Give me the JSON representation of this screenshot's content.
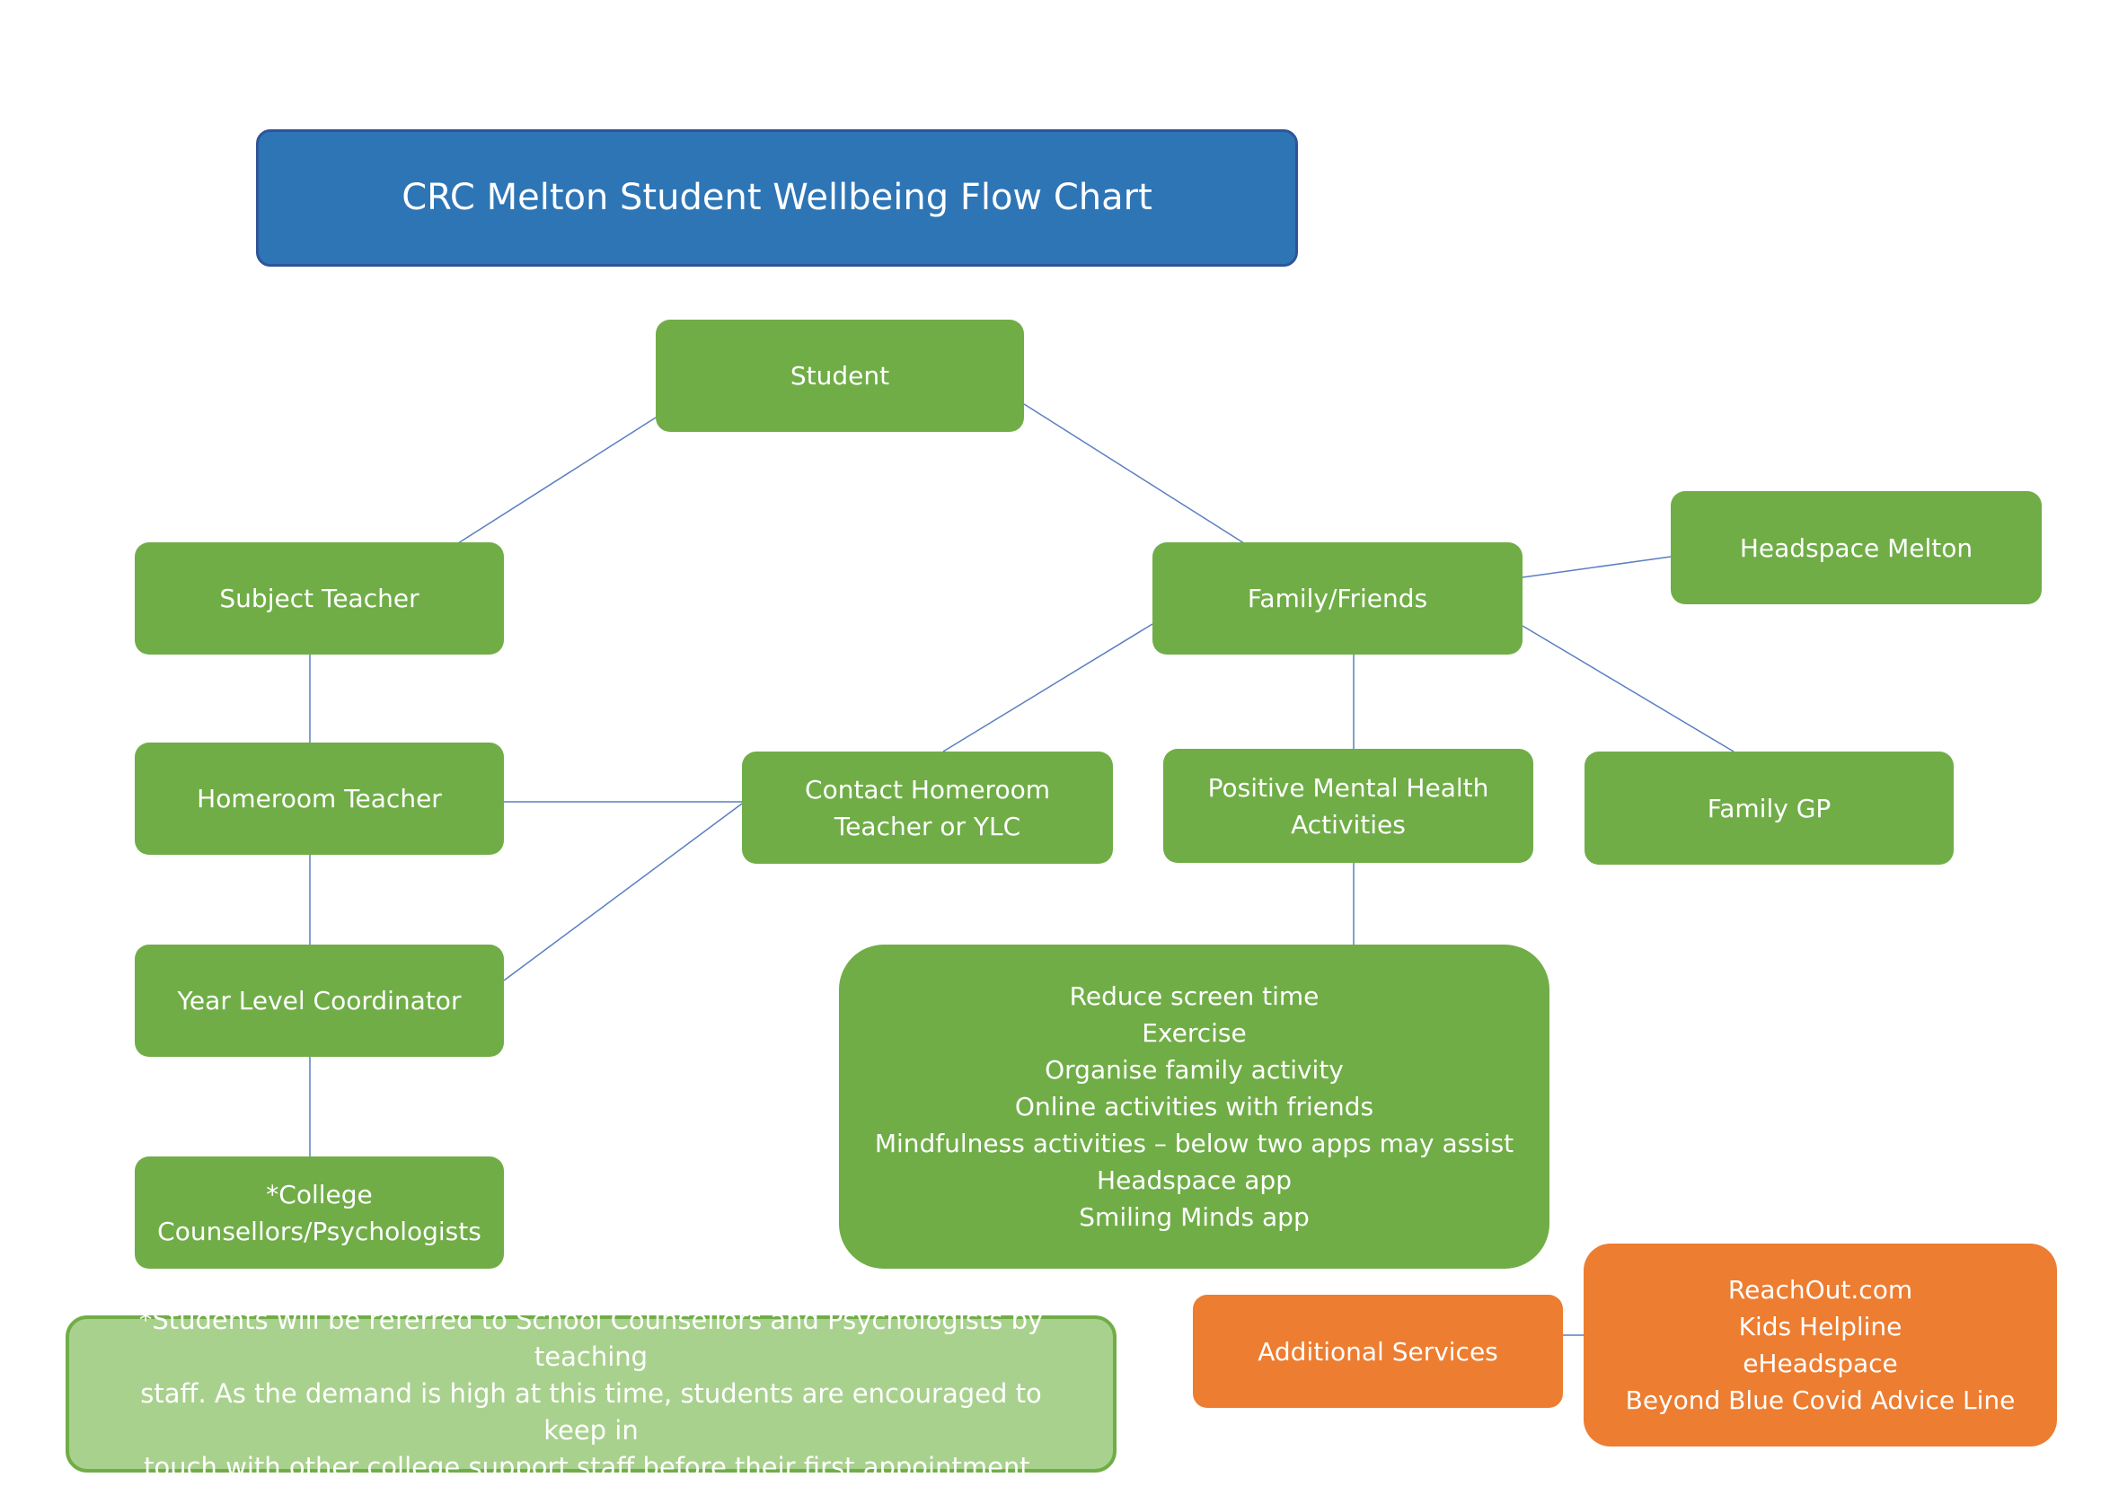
{
  "title": "CRC Melton Student Wellbeing Flow Chart",
  "nodes": {
    "student": "Student",
    "subject_teacher": "Subject Teacher",
    "family_friends": "Family/Friends",
    "headspace_melton": "Headspace Melton",
    "homeroom_teacher": "Homeroom Teacher",
    "contact_homeroom": [
      "Contact Homeroom",
      "Teacher or YLC"
    ],
    "positive_mental_health": [
      "Positive Mental Health",
      "Activities"
    ],
    "family_gp": "Family GP",
    "year_level_coordinator": "Year Level Coordinator",
    "college_counsellors": [
      "*College",
      "Counsellors/Psychologists"
    ],
    "activities": [
      "Reduce screen time",
      "Exercise",
      "Organise family activity",
      "Online activities with friends",
      "Mindfulness activities – below two apps may assist",
      "Headspace app",
      "Smiling Minds app"
    ],
    "additional_services": "Additional Services",
    "services_list": [
      "ReachOut.com",
      "Kids Helpline",
      "eHeadspace",
      "Beyond Blue Covid Advice Line"
    ]
  },
  "footnote": [
    "*Students will be referred to School Counsellors and Psychologists by teaching",
    "staff. As the demand is high at this time, students are encouraged to keep in",
    "touch with other college support staff before their first appointment."
  ],
  "colors": {
    "title_fill": "#2e75b6",
    "node_fill": "#70ad47",
    "service_fill": "#ed7d31",
    "note_fill": "#a9d18e",
    "connector": "#4472c4"
  }
}
